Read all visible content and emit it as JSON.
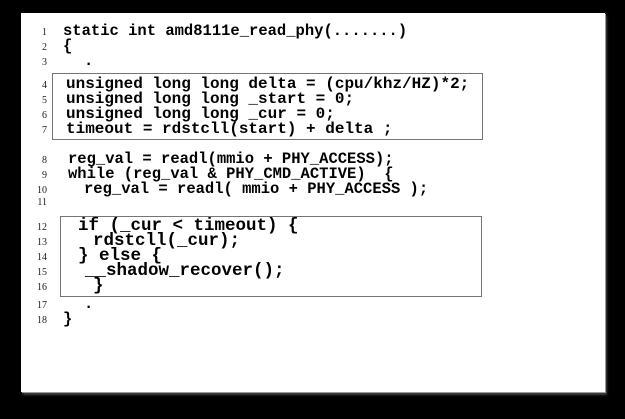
{
  "slide": {
    "background_color": "#000000",
    "paper_color": "#ffffff",
    "highlight_box_border_color": "#757575"
  },
  "code_listing": {
    "language": "c",
    "segments": [
      {
        "boxed": false,
        "lines": [
          {
            "num": "1",
            "ind": 0,
            "text": "static int amd8111e_read_phy(.......)"
          },
          {
            "num": "2",
            "ind": 0,
            "text": "{"
          },
          {
            "num": "3",
            "ind": 21,
            "text": "."
          }
        ]
      },
      {
        "boxed": true,
        "lines": [
          {
            "num": "4",
            "ind": 0,
            "text": "unsigned long long delta = (cpu/khz/HZ)*2;"
          },
          {
            "num": "5",
            "ind": 0,
            "text": "unsigned long long _start = 0;"
          },
          {
            "num": "6",
            "ind": 0,
            "text": "unsigned long long _cur = 0;"
          },
          {
            "num": "7",
            "ind": 0,
            "text": "timeout = rdstcll(start) + delta ;"
          }
        ]
      },
      {
        "boxed": false,
        "lines": [
          {
            "num": "8",
            "ind": 0,
            "text": "reg_val = readl(mmio + PHY_ACCESS);"
          },
          {
            "num": "9",
            "ind": 0,
            "text": "while (reg_val & PHY_CMD_ACTIVE)  {"
          },
          {
            "num": "10",
            "ind": 16,
            "text": "reg_val = readl( mmio + PHY_ACCESS );"
          },
          {
            "num": "11",
            "ind": 0,
            "text": ""
          }
        ]
      },
      {
        "boxed": true,
        "lines": [
          {
            "num": "12",
            "ind": 0,
            "text": "if (_cur < timeout) {"
          },
          {
            "num": "13",
            "ind": 15,
            "text": "rdstcll(_cur);"
          },
          {
            "num": "14",
            "ind": 0,
            "text": "} else {"
          },
          {
            "num": "15",
            "ind": 7,
            "text": "__shadow_recover();"
          },
          {
            "num": "16",
            "ind": 15,
            "text": "}"
          }
        ]
      },
      {
        "boxed": false,
        "lines": [
          {
            "num": "17",
            "ind": 21,
            "text": "."
          },
          {
            "num": "18",
            "ind": 0,
            "text": "}"
          }
        ]
      }
    ]
  }
}
